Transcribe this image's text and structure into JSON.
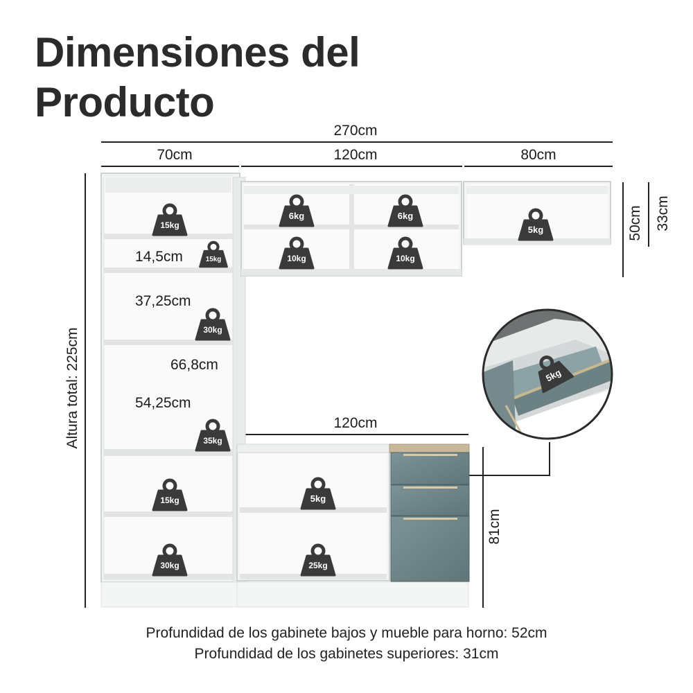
{
  "title": {
    "line1": "Dimensiones del",
    "line2": "Producto"
  },
  "dimensions": {
    "total_width": "270cm",
    "left_width": "70cm",
    "upper_middle_width": "120cm",
    "upper_right_width": "80cm",
    "upper_height": "50cm",
    "upper_depth_height": "33cm",
    "shelf_gap_1": "14,5cm",
    "shelf_gap_2": "37,25cm",
    "inner_width": "66,8cm",
    "shelf_gap_3": "54,25cm",
    "lower_width": "120cm",
    "lower_height": "81cm",
    "total_height": "Altura total: 225cm"
  },
  "weights": {
    "tower_top": "15kg",
    "tower_small": "15kg",
    "tower_mid": "30kg",
    "tower_oven": "35kg",
    "tower_lower1": "15kg",
    "tower_lower2": "30kg",
    "upper_1": "6kg",
    "upper_2": "6kg",
    "upper_3": "10kg",
    "upper_4": "10kg",
    "upper_right": "5kg",
    "base_top": "5kg",
    "base_bottom": "25kg",
    "drawer": "5kg"
  },
  "colors": {
    "accent_drawer": "#6f8588",
    "weight_icon": "#3a3a3a"
  },
  "footer": {
    "line1": "Profundidad de los gabinete bajos y mueble para horno: 52cm",
    "line2": "Profundidad de los gabinetes superiores: 31cm"
  }
}
